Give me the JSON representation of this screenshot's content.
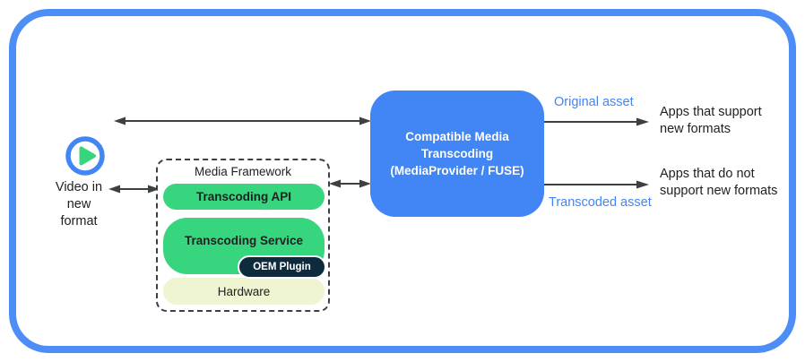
{
  "source": {
    "icon": "play-icon",
    "label": "Video in\nnew\nformat"
  },
  "media_framework": {
    "title": "Media Framework",
    "api_label": "Transcoding API",
    "service_label": "Transcoding Service",
    "oem_plugin_label": "OEM Plugin",
    "hardware_label": "Hardware"
  },
  "transcoder": {
    "label": "Compatible Media\nTranscoding\n(MediaProvider / FUSE)"
  },
  "outputs": [
    {
      "asset": "Original asset",
      "apps": "Apps that support\nnew formats"
    },
    {
      "asset": "Transcoded asset",
      "apps": "Apps that do not\nsupport new formats"
    }
  ],
  "colors": {
    "frame_blue": "#4d8df6",
    "box_blue": "#4285f4",
    "asset_label_blue": "#4285f4",
    "pill_green": "#37d67e",
    "hardware_pale_green": "#eef5d0",
    "oem_navy": "#0e2a3d",
    "arrow_gray": "#3c4043",
    "text_dark": "#202124"
  }
}
